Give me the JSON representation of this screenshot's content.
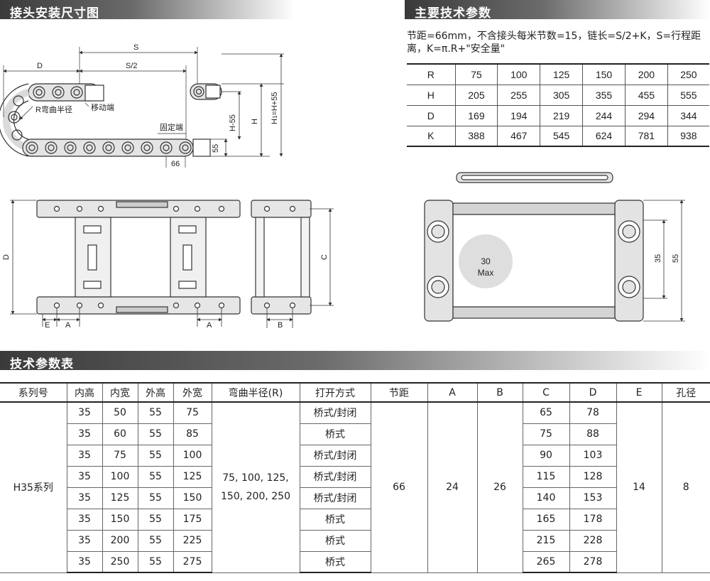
{
  "sections": {
    "install": "接头安装尺寸图",
    "main_params": "主要技术参数",
    "spec_table": "技术参数表"
  },
  "note": "节距=66mm，不含接头每米节数=15，链长=S/2+K，S=行程距离，K=π.R+\"安全量\"",
  "params": {
    "rows": [
      {
        "label": "R",
        "values": [
          "75",
          "100",
          "125",
          "150",
          "200",
          "250"
        ]
      },
      {
        "label": "H",
        "values": [
          "205",
          "255",
          "305",
          "355",
          "455",
          "555"
        ]
      },
      {
        "label": "D",
        "values": [
          "169",
          "194",
          "219",
          "244",
          "294",
          "344"
        ]
      },
      {
        "label": "K",
        "values": [
          "388",
          "467",
          "545",
          "624",
          "781",
          "938"
        ]
      }
    ]
  },
  "drawing_labels": {
    "S": "S",
    "S2": "S/2",
    "D": "D",
    "R": "R弯曲半径",
    "moving": "移动端",
    "fixed": "固定端",
    "p66": "66",
    "p55": "55",
    "H55": "H-55",
    "H": "H",
    "H1": "H",
    "H1sub": "1",
    "H1rest": "=H+55",
    "D2": "D",
    "E": "E",
    "A1": "A",
    "A2": "A",
    "C": "C",
    "B": "B",
    "max_num": "30",
    "max_txt": "Max",
    "d35": "35",
    "d55": "55"
  },
  "spec": {
    "headers": [
      "系列号",
      "内高",
      "内宽",
      "外高",
      "外宽",
      "弯曲半径(R)",
      "打开方式",
      "节距",
      "A",
      "B",
      "C",
      "D",
      "E",
      "孔径"
    ],
    "series": "H35系列",
    "radius_line1": "75, 100, 125,",
    "radius_line2": "150, 200, 250",
    "pitch": "66",
    "A": "24",
    "B": "26",
    "E": "14",
    "hole": "8",
    "rows": [
      {
        "inner_h": "35",
        "inner_w": "50",
        "outer_h": "55",
        "outer_w": "75",
        "open": "桥式/封闭",
        "C": "65",
        "D": "78"
      },
      {
        "inner_h": "35",
        "inner_w": "60",
        "outer_h": "55",
        "outer_w": "85",
        "open": "桥式",
        "C": "75",
        "D": "88"
      },
      {
        "inner_h": "35",
        "inner_w": "75",
        "outer_h": "55",
        "outer_w": "100",
        "open": "桥式/封闭",
        "C": "90",
        "D": "103"
      },
      {
        "inner_h": "35",
        "inner_w": "100",
        "outer_h": "55",
        "outer_w": "125",
        "open": "桥式/封闭",
        "C": "115",
        "D": "128"
      },
      {
        "inner_h": "35",
        "inner_w": "125",
        "outer_h": "55",
        "outer_w": "150",
        "open": "桥式/封闭",
        "C": "140",
        "D": "153"
      },
      {
        "inner_h": "35",
        "inner_w": "150",
        "outer_h": "55",
        "outer_w": "175",
        "open": "桥式",
        "C": "165",
        "D": "178"
      },
      {
        "inner_h": "35",
        "inner_w": "200",
        "outer_h": "55",
        "outer_w": "225",
        "open": "桥式",
        "C": "215",
        "D": "228"
      },
      {
        "inner_h": "35",
        "inner_w": "250",
        "outer_h": "55",
        "outer_w": "275",
        "open": "桥式",
        "C": "265",
        "D": "278"
      }
    ]
  }
}
